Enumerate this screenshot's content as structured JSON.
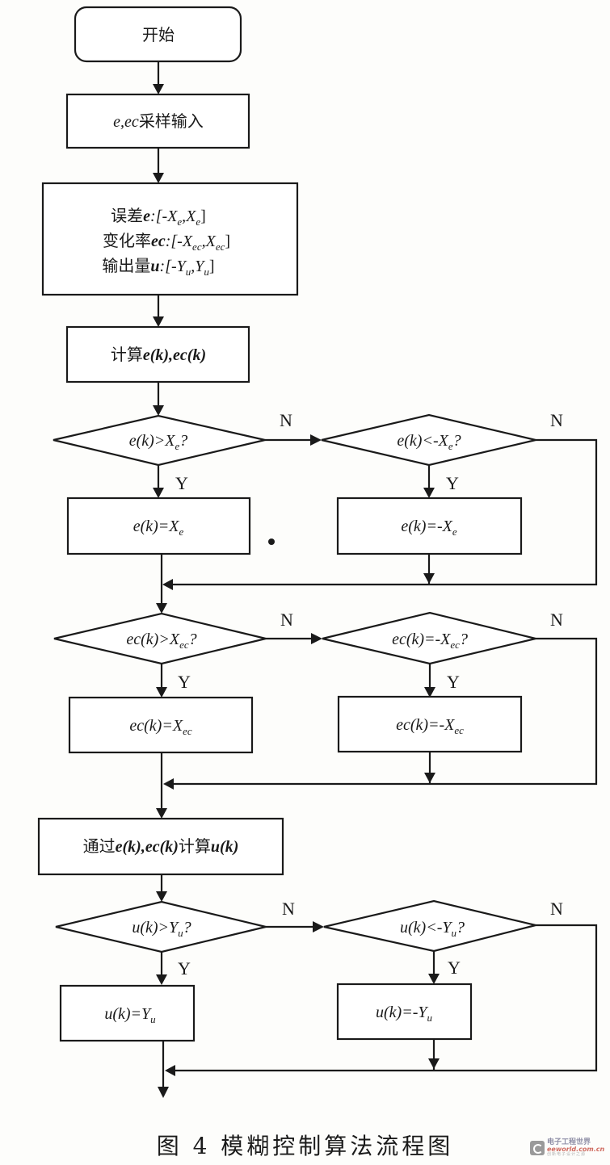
{
  "figure": {
    "caption": "图 4   模糊控制算法流程图",
    "title": "模糊控制算法流程图",
    "figure_number": "图 4"
  },
  "watermark": {
    "name_cn": "电子工程世界",
    "site": "eeworld.com.cn",
    "slogan": "创新电子设计之源"
  },
  "nodes": {
    "start": {
      "label": "开始"
    },
    "input": {
      "label": "e,ec采样输入"
    },
    "ranges": {
      "lines": [
        "误差e:[-Xe,Xe]",
        "变化率ec:[-Xec,Xec]",
        "输出量u:[-Yu,Yu]"
      ],
      "line1": {
        "cn": "误差",
        "var": "e",
        "range": ":[-X",
        "sub1": "e",
        "mid": ",X",
        "sub2": "e",
        "end": "]"
      },
      "line2": {
        "cn": "变化率",
        "var": "ec",
        "range": ":[-X",
        "sub1": "ec",
        "mid": ",X",
        "sub2": "ec",
        "end": "]"
      },
      "line3": {
        "cn": "输出量",
        "var": "u",
        "range": ":[-Y",
        "sub1": "u",
        "mid": ",Y",
        "sub2": "u",
        "end": "]"
      }
    },
    "compute_e": {
      "cn": "计算",
      "expr": "e(k),ec(k)"
    },
    "row1": {
      "cond_left": {
        "expr": "e(k)>X",
        "sub": "e",
        "end": "?"
      },
      "cond_right": {
        "expr": "e(k)<-X",
        "sub": "e",
        "end": "?"
      },
      "act_left": {
        "expr": "e(k)=X",
        "sub": "e"
      },
      "act_right": {
        "expr": "e(k)=-X",
        "sub": "e"
      }
    },
    "row2": {
      "cond_left": {
        "expr": "ec(k)>X",
        "sub": "ec",
        "end": "?"
      },
      "cond_right": {
        "expr": "ec(k)=-X",
        "sub": "ec",
        "end": "?"
      },
      "act_left": {
        "expr": "ec(k)=X",
        "sub": "ec"
      },
      "act_right": {
        "expr": "ec(k)=-X",
        "sub": "ec"
      }
    },
    "compute_u": {
      "cn1": "通过",
      "expr1": "e(k),ec(k)",
      "cn2": "计算",
      "expr2": "u(k)"
    },
    "row3": {
      "cond_left": {
        "expr": "u(k)>Y",
        "sub": "u",
        "end": "?"
      },
      "cond_right": {
        "expr": "u(k)<-Y",
        "sub": "u",
        "end": "?"
      },
      "act_left": {
        "expr": "u(k)=Y",
        "sub": "u"
      },
      "act_right": {
        "expr": "u(k)=-Y",
        "sub": "u"
      }
    }
  },
  "edge_labels": {
    "yes": "Y",
    "no": "N"
  }
}
